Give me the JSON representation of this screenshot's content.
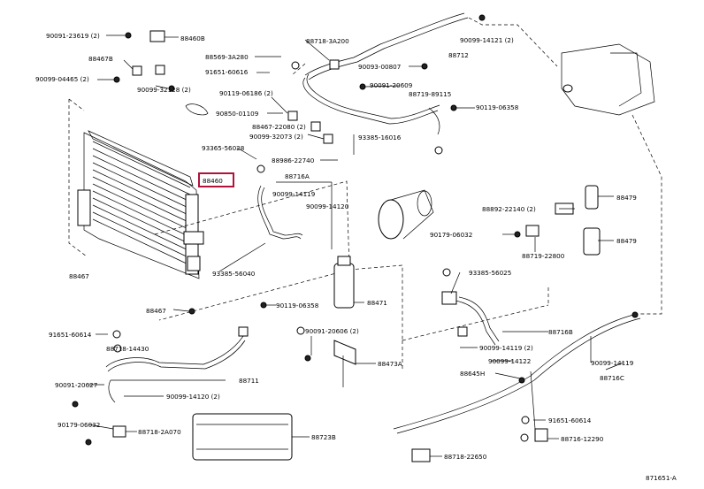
{
  "diagram": {
    "figure_number": "871651-A",
    "highlight_color": "#b0123a",
    "labels": {
      "l1": "90091-23619 (2)",
      "l2": "88460B",
      "l3": "88467B",
      "l4": "90099-04465 (2)",
      "l5": "90099-32128 (2)",
      "l6": "88569-3A280",
      "l7": "91651-60616",
      "l8": "88718-3A200",
      "l9": "90093-00807",
      "l10": "90099-14121 (2)",
      "l11": "88712",
      "l12": "90091-20609",
      "l13": "90119-06186 (2)",
      "l14": "88719-89115",
      "l15": "90119-06358",
      "l16": "90850-01109",
      "l17": "88467-22080 (2)",
      "l18": "90099-32073 (2)",
      "l19": "93385-16016",
      "l20": "93365-56028",
      "l21": "88986-22740",
      "l22": "88460",
      "l23": "88716A",
      "l24": "90099-14119",
      "l25": "90099-14120",
      "l26": "88479",
      "l27": "88892-22140 (2)",
      "l28": "90179-06032",
      "l29": "88479",
      "l30": "88719-22800",
      "l31": "93385-56040",
      "l32": "93385-56025",
      "l33": "88467",
      "l34": "88471",
      "l35": "88467",
      "l36": "90119-06358",
      "l37": "91651-60614",
      "l38": "88718-14430",
      "l39": "90091-20606 (2)",
      "l40": "88716B",
      "l41": "88473A",
      "l42": "90099-14119 (2)",
      "l43": "90099-14122",
      "l44": "88645H",
      "l45": "90099-14119",
      "l46": "90091-20627",
      "l47": "88711",
      "l48": "90099-14120 (2)",
      "l49": "88716C",
      "l50": "90179-06032",
      "l51": "88718-2A070",
      "l52": "91651-60614",
      "l53": "88716-12290",
      "l54": "88723B",
      "l55": "88718-22650"
    }
  }
}
